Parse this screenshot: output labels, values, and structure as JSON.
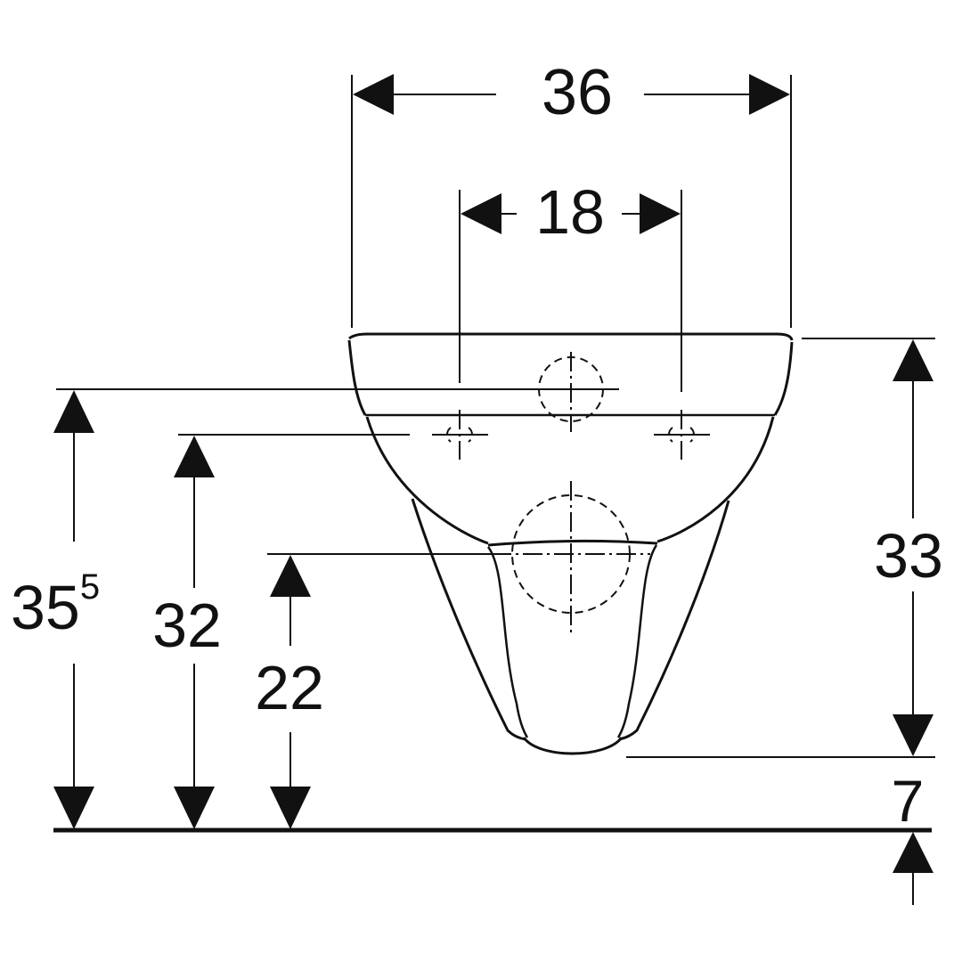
{
  "dimensions": {
    "overall_width": "36",
    "fixing_hole_spacing": "18",
    "fixing_height_main": "35",
    "fixing_height_sup": "5",
    "fixing_bolt_height": "32",
    "outlet_height": "22",
    "bowl_depth": "33",
    "floor_gap": "7"
  },
  "colors": {
    "ink": "#111111",
    "background": "#ffffff"
  }
}
